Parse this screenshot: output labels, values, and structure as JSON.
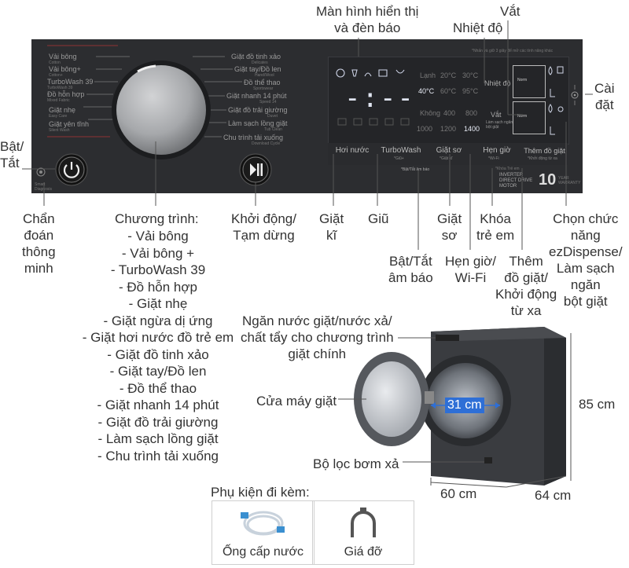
{
  "top": {
    "display": "Màn hình hiển thị\nvà đèn báo",
    "temp": "Nhiệt độ",
    "spin": "Vắt",
    "settings": "Cài\nđặt"
  },
  "left": {
    "power": "Bật/\nTắt",
    "smart_diag": "Chẩn\nđoán\nthông\nminh"
  },
  "programs_title": "Chương trình:",
  "programs": [
    "- Vải bông",
    "- Vải bông +",
    "- TurboWash 39",
    "- Đồ hỗn hợp",
    "- Giặt nhẹ",
    "- Giặt ngừa dị ứng",
    "- Giặt hơi nước đồ trẻ em",
    "- Giặt đồ tinh xảo",
    "- Giặt tay/Đồ len",
    "- Đồ thể thao",
    "- Giặt nhanh 14 phút",
    "- Giặt đồ trải giường",
    "- Làm sạch lồng giặt",
    "- Chu trình tải xuống"
  ],
  "bottom_labels": {
    "start_pause": "Khởi động/\nTạm dừng",
    "rinse": "Giặt\nkĩ",
    "keep": "Giũ",
    "prewash": "Giặt\nsơ",
    "child_lock": "Khóa\ntrẻ em",
    "dispense": "Chọn chức\nnăng\nezDispense/\nLàm sạch\nngăn\nbột giặt",
    "beep": "Bật/Tắt\nâm báo",
    "timer_wifi": "Hẹn giờ/\nWi-Fi",
    "add_remote": "Thêm\nđồ giặt/\nKhởi động\ntừ xa"
  },
  "panel": {
    "prog_left": [
      {
        "name": "Vải bông",
        "sub": "Cotton"
      },
      {
        "name": "Vải bông+",
        "sub": "Cotton+"
      },
      {
        "name": "TurboWash 39",
        "sub": "TurboWash 39"
      },
      {
        "name": "Đồ hỗn hợp",
        "sub": "Mixed Fabric"
      },
      {
        "name": "Giặt nhẹ",
        "sub": "Easy Care"
      },
      {
        "name": "Giặt yên tĩnh",
        "sub": "Silent Wash"
      }
    ],
    "prog_right": [
      {
        "name": "Giặt đồ tinh xảo",
        "sub": "Delicates"
      },
      {
        "name": "Giặt tay/Đồ len",
        "sub": "Hand/Wool"
      },
      {
        "name": "Đồ thể thao",
        "sub": "Sportswear"
      },
      {
        "name": "Giặt nhanh 14 phút",
        "sub": "Speed 14"
      },
      {
        "name": "Giặt đồ trải giường",
        "sub": "Duvet"
      },
      {
        "name": "Làm sạch lồng giặt",
        "sub": "Tub Clean"
      },
      {
        "name": "Chu trình tải xuống",
        "sub": "Download Cycle"
      }
    ],
    "smart_label": "Smart\nDiagnosis",
    "note": "*Nhấn và giữ 3 giây để mở các tính năng khác",
    "temps": [
      "Lạnh",
      "20°C",
      "30°C",
      "40°C",
      "60°C",
      "95°C"
    ],
    "spins": [
      "Không",
      "400",
      "800",
      "1000",
      "1200",
      "1400"
    ],
    "temp_word": "Nhiệt độ",
    "spin_word": "Vắt",
    "spin_sub": "Làm sạch ngăn\nbột giặt",
    "digits": "-:--",
    "norm": "Norm",
    "buttons": [
      {
        "label": "Hơi nước",
        "sub": ""
      },
      {
        "label": "TurboWash",
        "sub": "*Giũ+"
      },
      {
        "label": "Giặt sơ",
        "sub": "*Giặt kĩ"
      },
      {
        "label": "Hẹn giờ",
        "sub": "*Wi-Fi"
      },
      {
        "label": "Thêm đồ giặt",
        "sub": "*Khởi động từ xa"
      }
    ],
    "beep_sub": "*Bật/Tắt âm báo",
    "lock_sub": "*Khóa Trẻ em",
    "inverter": "INVERTER\nDIRECT DRIVE\nMOTOR",
    "warranty": "10",
    "warranty_sub": "YEAR\nWARRANTY"
  },
  "machine": {
    "detergent": "Ngăn nước giặt/nước xả/\nchất tẩy cho chương trình\ngiặt chính",
    "door": "Cửa máy giặt",
    "filter": "Bộ lọc bơm xả",
    "door_size": "31 cm",
    "height": "85 cm",
    "width": "60 cm",
    "depth": "64 cm"
  },
  "accessories": {
    "title": "Phụ kiện đi kèm:",
    "items": [
      {
        "label": "Ống cấp nước"
      },
      {
        "label": "Giá đỡ"
      }
    ]
  },
  "colors": {
    "panel": "#2c2d30",
    "accent_red": "#e83a3a",
    "dim_blue": "#2e6fd6"
  }
}
